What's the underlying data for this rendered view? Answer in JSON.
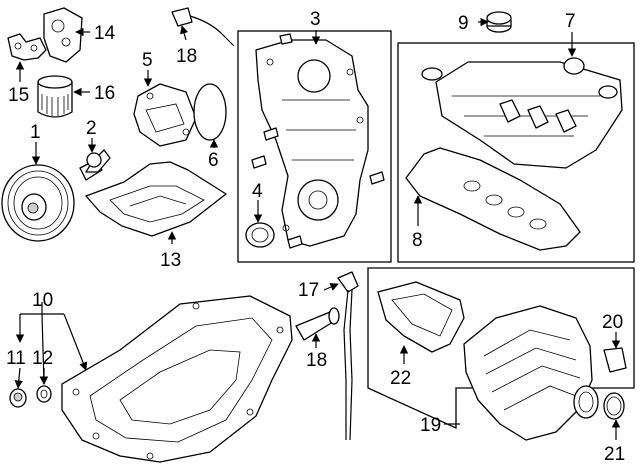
{
  "callouts": {
    "1": "1",
    "2": "2",
    "3": "3",
    "4": "4",
    "5": "5",
    "6": "6",
    "7": "7",
    "8": "8",
    "9": "9",
    "10": "10",
    "11": "11",
    "12": "12",
    "13": "13",
    "14": "14",
    "15": "15",
    "16": "16",
    "17": "17",
    "18": "18",
    "19": "19",
    "20": "20",
    "21": "21",
    "22": "22"
  }
}
